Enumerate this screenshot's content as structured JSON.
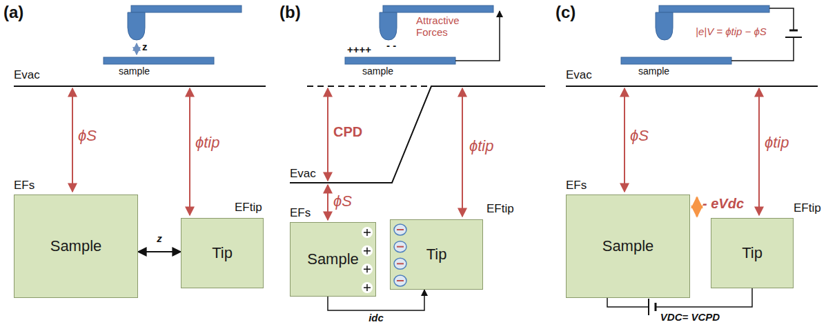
{
  "diagram": {
    "nodes": [
      {
        "text": [
          "Sample"
        ]
      },
      {
        "text": [
          "Tip"
        ]
      },
      {
        "text": [
          "Sample"
        ]
      },
      {
        "text": [
          "Tip"
        ]
      },
      {
        "text": [
          "Sample"
        ]
      },
      {
        "text": [
          "Tip"
        ]
      }
    ],
    "edges": [
      {
        "from": 0,
        "to": 1,
        "arrow": "both",
        "label": "z"
      },
      {
        "from": 2,
        "to": 3,
        "arrow": "to",
        "label": "idc"
      },
      {
        "from": 4,
        "to": 5,
        "arrow": "none",
        "label": "VDC= VCPD"
      }
    ],
    "labels": [
      "(a)",
      "z",
      "sample",
      "Evac",
      "ϕS",
      "ϕtip",
      "EFs",
      "EFtip",
      "(b)",
      "- -",
      "Attractive Forces",
      "++++",
      "sample",
      "CPD",
      "Evac",
      "ϕS",
      "ϕtip",
      "EFs",
      "EFtip",
      "(c)",
      "|e|V = ϕtip − ϕS",
      "sample",
      "Evac",
      "ϕS",
      "ϕtip",
      "EFs",
      "EFtip",
      "- eVdc"
    ]
  }
}
